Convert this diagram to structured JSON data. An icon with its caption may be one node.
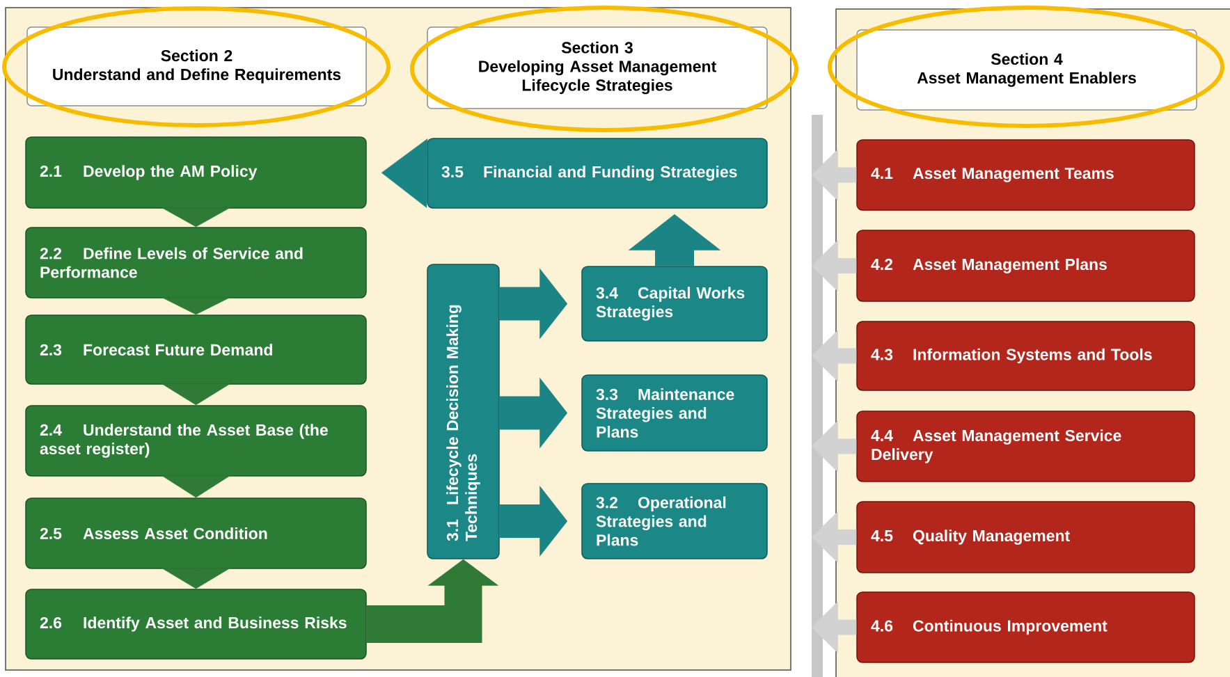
{
  "diagram": {
    "nodes": [
      {
        "text": [
          "Section 2",
          "Understand and Define Requirements"
        ]
      },
      {
        "text": [
          "Section 3",
          "Developing Asset Management Lifecycle Strategies"
        ]
      },
      {
        "text": [
          "Section 4",
          "Asset Management Enablers"
        ]
      },
      {
        "text": [
          "2.1",
          "Develop the AM Policy"
        ]
      },
      {
        "text": [
          "2.2",
          "Define Levels of Service and Performance"
        ]
      },
      {
        "text": [
          "2.3",
          "Forecast Future Demand"
        ]
      },
      {
        "text": [
          "2.4",
          "Understand the Asset Base (the asset register)"
        ]
      },
      {
        "text": [
          "2.5",
          "Assess Asset Condition"
        ]
      },
      {
        "text": [
          "2.6",
          "Identify Asset and Business Risks"
        ]
      },
      {
        "text": [
          "3.5",
          "Financial and Funding Strategies"
        ]
      },
      {
        "text": [
          "3.4",
          "Capital Works Strategies"
        ]
      },
      {
        "text": [
          "3.3",
          "Maintenance Strategies and Plans"
        ]
      },
      {
        "text": [
          "3.2",
          "Operational Strategies and Plans"
        ]
      },
      {
        "text": [
          "3.1",
          "Lifecycle Decision Making Techniques"
        ]
      },
      {
        "text": [
          "4.1",
          "Asset Management Teams"
        ]
      },
      {
        "text": [
          "4.2",
          "Asset Management Plans"
        ]
      },
      {
        "text": [
          "4.3",
          "Information Systems and Tools"
        ]
      },
      {
        "text": [
          "4.4",
          "Asset Management Service Delivery"
        ]
      },
      {
        "text": [
          "4.5",
          "Quality Management"
        ]
      },
      {
        "text": [
          "4.6",
          "Continuous Improvement"
        ]
      },
      {
        "text": [],
        "shape": "bar"
      }
    ],
    "edges": [
      {
        "from": 3,
        "to": 4,
        "arrow": "to",
        "color": "#2e7a36"
      },
      {
        "from": 4,
        "to": 5,
        "arrow": "to",
        "color": "#2e7a36"
      },
      {
        "from": 5,
        "to": 6,
        "arrow": "to",
        "color": "#2e7a36"
      },
      {
        "from": 6,
        "to": 7,
        "arrow": "to",
        "color": "#2e7a36"
      },
      {
        "from": 7,
        "to": 8,
        "arrow": "to",
        "color": "#2e7a36"
      },
      {
        "from": 8,
        "to": 13,
        "arrow": "to",
        "style": "thick",
        "color": "#2e7a36"
      },
      {
        "from": 13,
        "to": 10,
        "arrow": "to",
        "style": "thick",
        "color": "#1b8585"
      },
      {
        "from": 13,
        "to": 11,
        "arrow": "to",
        "style": "thick",
        "color": "#1b8585"
      },
      {
        "from": 13,
        "to": 12,
        "arrow": "to",
        "style": "thick",
        "color": "#1b8585"
      },
      {
        "from": 10,
        "to": 9,
        "arrow": "to",
        "style": "thick",
        "color": "#1b8585"
      },
      {
        "from": 9,
        "to": 3,
        "arrow": "to",
        "color": "#1b8585"
      },
      {
        "from": 14,
        "to": 20,
        "arrow": "to",
        "color": "#d2d2d2"
      },
      {
        "from": 15,
        "to": 20,
        "arrow": "to",
        "color": "#d2d2d2"
      },
      {
        "from": 16,
        "to": 20,
        "arrow": "to",
        "color": "#d2d2d2"
      },
      {
        "from": 17,
        "to": 20,
        "arrow": "to",
        "color": "#d2d2d2"
      },
      {
        "from": 18,
        "to": 20,
        "arrow": "to",
        "color": "#d2d2d2"
      },
      {
        "from": 19,
        "to": 20,
        "arrow": "to",
        "color": "#d2d2d2"
      }
    ]
  }
}
